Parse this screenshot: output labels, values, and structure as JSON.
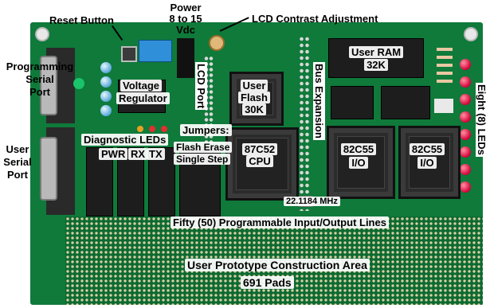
{
  "labels": {
    "reset_button": "Reset Button",
    "power_line1": "Power",
    "power_line2": "8 to 15",
    "power_line3": "Vdc",
    "lcd_contrast": "LCD Contrast Adjustment",
    "programming_serial_line1": "Programming",
    "programming_serial_line2": "Serial",
    "programming_serial_line3": "Port",
    "voltage_regulator_line1": "Voltage",
    "voltage_regulator_line2": "Regulator",
    "lcd_port": "LCD Port",
    "user_flash_line1": "User",
    "user_flash_line2": "Flash",
    "user_flash_line3": "30K",
    "user_ram_line1": "User RAM",
    "user_ram_line2": "32K",
    "bus_expansion": "Bus Expansion",
    "eight_leds": "Eight (8) LEDs",
    "user_serial_line1": "User",
    "user_serial_line2": "Serial",
    "user_serial_line3": "Port",
    "diagnostic_leds": "Diagnostic LEDs",
    "pwr": "PWR",
    "rx": "RX",
    "tx": "TX",
    "jumpers": "Jumpers:",
    "flash_erase": "Flash Erase",
    "single_step": "Single Step",
    "cpu_line1": "87C52",
    "cpu_line2": "CPU",
    "io1_line1": "82C55",
    "io1_line2": "I/O",
    "io2_line1": "82C55",
    "io2_line2": "I/O",
    "crystal": "22.1184 MHz",
    "io_lines": "Fifty (50) Programmable Input/Output Lines",
    "proto_area": "User Prototype Construction Area",
    "pads": "691 Pads"
  },
  "colors": {
    "board": "#0f7a3a",
    "proto_area": "#0c6a32",
    "pad": "#d9cfa3",
    "led_red": "#d4003a",
    "regulator_blue": "#2f8fd8"
  }
}
